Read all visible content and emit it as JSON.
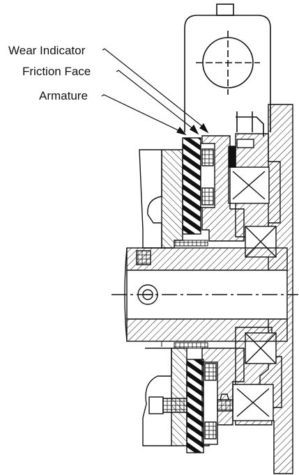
{
  "callouts": {
    "wear_indicator": "Wear Indicator",
    "friction_face": "Friction Face",
    "armature": "Armature"
  },
  "colors": {
    "line": "#111111",
    "background": "#ffffff",
    "hatch": "#111111"
  }
}
